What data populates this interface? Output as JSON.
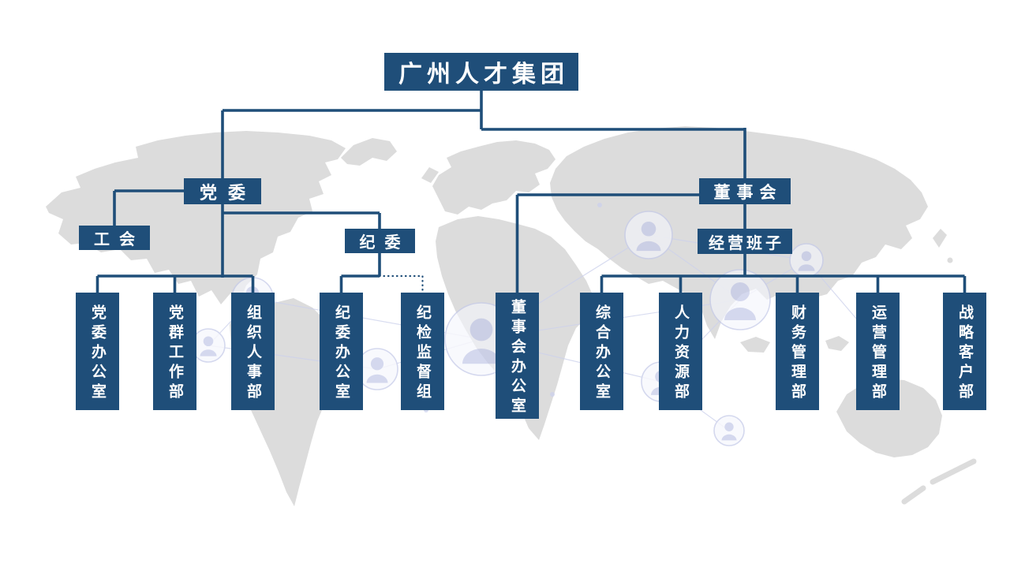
{
  "colors": {
    "node_fill": "#1f4e79",
    "node_text": "#ffffff",
    "connector": "#1f4e79",
    "map_silhouette": "#dcdcdc",
    "network_decoration": "#c9cde9"
  },
  "org": {
    "label": "广州人才集团",
    "children": [
      {
        "label": "党委",
        "children": [
          {
            "label": "工会"
          },
          {
            "label": "党委办公室"
          },
          {
            "label": "党群工作部"
          },
          {
            "label": "组织人事部"
          },
          {
            "label": "纪委",
            "children": [
              {
                "label": "纪委办公室"
              },
              {
                "label": "纪检监督组",
                "connector": "dotted"
              }
            ]
          }
        ]
      },
      {
        "label": "董事会",
        "children": [
          {
            "label": "董事会办公室"
          },
          {
            "label": "经营班子",
            "children": [
              {
                "label": "综合办公室"
              },
              {
                "label": "人力资源部"
              },
              {
                "label": "财务管理部"
              },
              {
                "label": "运营管理部"
              },
              {
                "label": "战略客户部"
              }
            ]
          }
        ]
      }
    ]
  }
}
